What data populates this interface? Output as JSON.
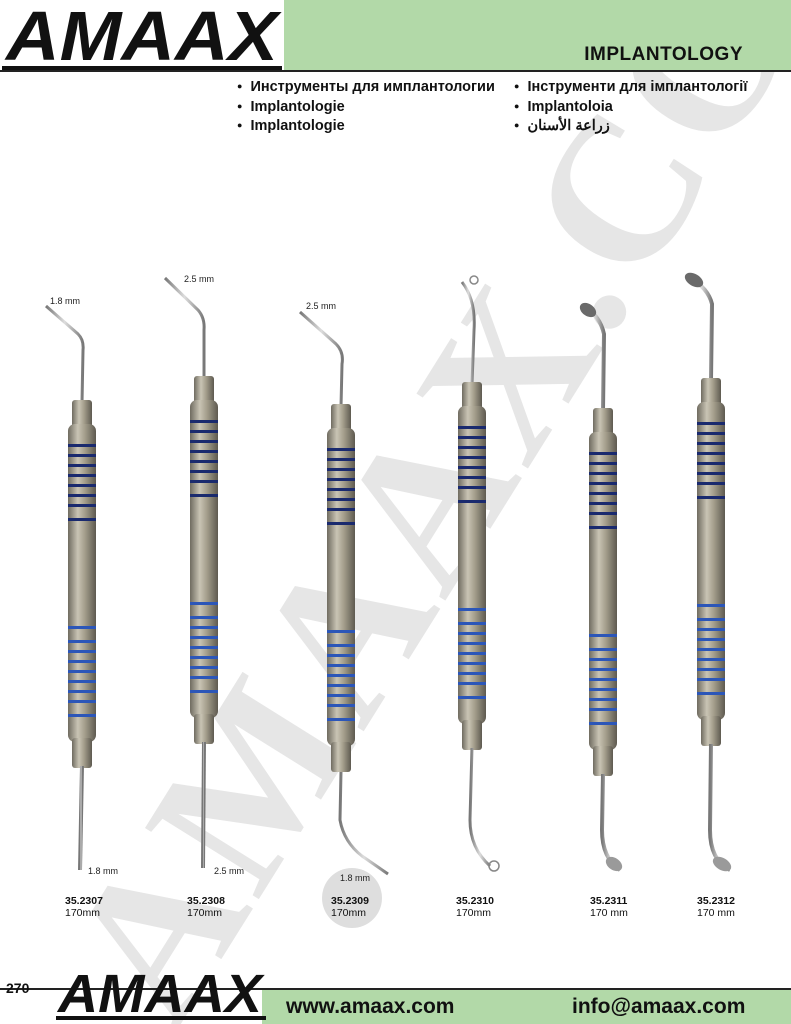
{
  "header": {
    "brand": "AMAAX",
    "category": "IMPLANTOLOGY"
  },
  "languages": {
    "left": [
      "Инструменты для имплантологии",
      "Implantologie",
      "Implantologie"
    ],
    "right": [
      "Інструменти для імплантології",
      "Implantoloia",
      "زراعة الأسنان"
    ]
  },
  "watermark": {
    "text": "AMAAX.COM",
    "color": "#e6e6e6"
  },
  "colors": {
    "accent_green": "#b2d9a8",
    "handle_metal": "#a49e8c",
    "ring_blue": "#2c56b8",
    "ring_navy": "#1a2a6e"
  },
  "instruments": [
    {
      "code": "35.2307",
      "length": "170mm",
      "top_tip": "1.8 mm",
      "bottom_tip": "1.8 mm"
    },
    {
      "code": "35.2308",
      "length": "170mm",
      "top_tip": "2.5 mm",
      "bottom_tip": "2.5 mm"
    },
    {
      "code": "35.2309",
      "length": "170mm",
      "top_tip": "2.5 mm",
      "bottom_tip": "1.8 mm"
    },
    {
      "code": "35.2310",
      "length": "170mm"
    },
    {
      "code": "35.2311",
      "length": "170 mm"
    },
    {
      "code": "35.2312",
      "length": "170 mm"
    }
  ],
  "footer": {
    "page_number": "270",
    "brand": "AMAAX",
    "website": "www.amaax.com",
    "email": "info@amaax.com"
  }
}
